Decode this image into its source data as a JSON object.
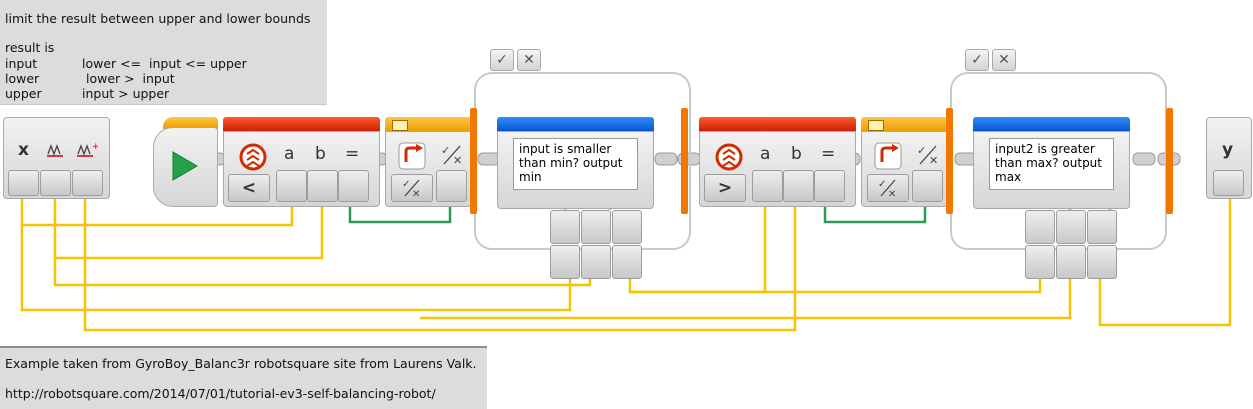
{
  "top_note": {
    "line1": "limit the result between upper and lower bounds",
    "line2": "result is",
    "rows": [
      {
        "left": "input",
        "right": "lower <=  input <= upper"
      },
      {
        "left": "lower",
        "right": " lower >  input"
      },
      {
        "left": "upper",
        "right": "input > upper"
      }
    ]
  },
  "bottom_note": {
    "line1": "Example taken from GyroBoy_Balanc3r robotsquare site from Laurens Valk.",
    "line2": "http://robotsquare.com/2014/07/01/tutorial-ev3-self-balancing-robot/"
  },
  "input_block": {
    "label": "x"
  },
  "output_block": {
    "label": "y"
  },
  "compare1": {
    "a": "a",
    "b": "b",
    "eq": "=",
    "op": "<"
  },
  "compare2": {
    "a": "a",
    "b": "b",
    "eq": "=",
    "op": ">"
  },
  "switch1": {
    "check": "✓",
    "close": "✕",
    "comment": "input is smaller than min? output min"
  },
  "switch2": {
    "check": "✓",
    "close": "✕",
    "comment": "input2 is greater than max? output max"
  },
  "colors": {
    "wire_yellow": "#f5c400",
    "wire_green": "#2a9a55",
    "compare_red": "#d42a00",
    "switch_orange": "#f07800",
    "comment_blue": "#0a5fd6",
    "start_green": "#24a24a"
  },
  "icons": [
    "start-play-icon",
    "compare-icon",
    "switch-icon",
    "logic-icon",
    "check-icon",
    "close-icon",
    "numeric-param-icon"
  ]
}
